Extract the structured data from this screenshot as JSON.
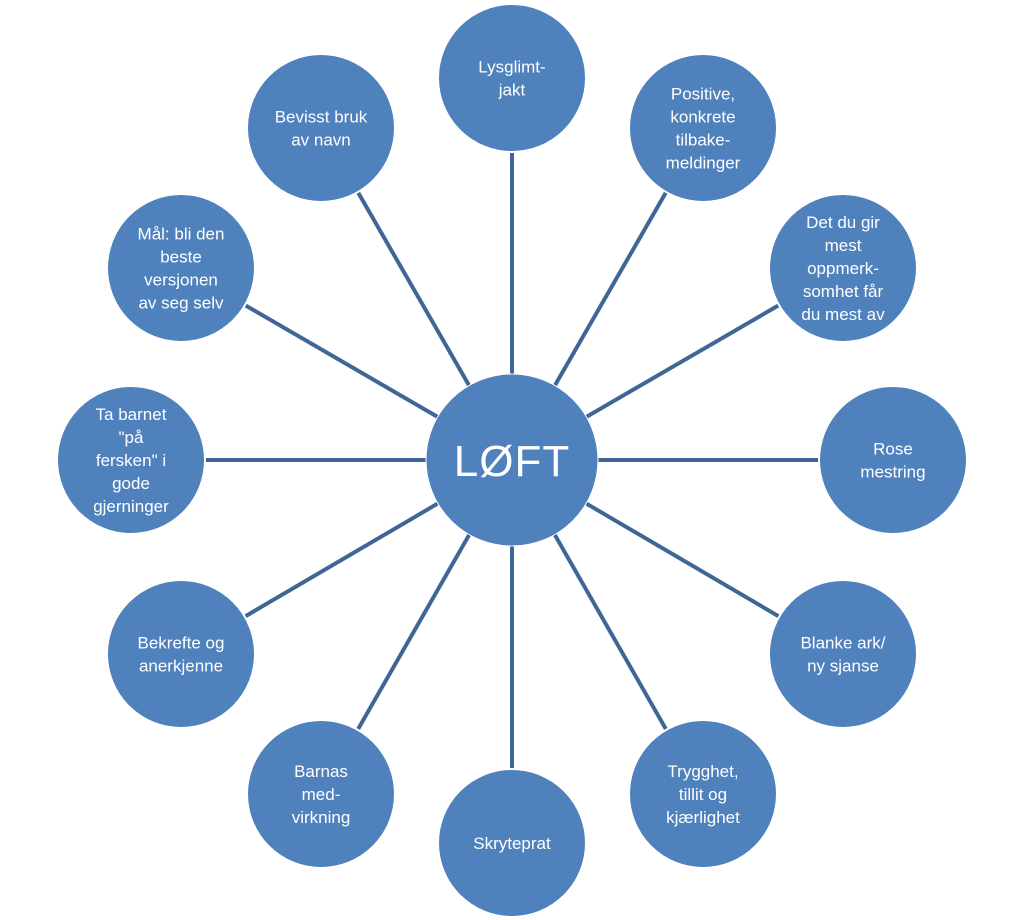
{
  "colors": {
    "node_fill": "#4f81bd",
    "spoke": "#3f6695",
    "node_border": "#ffffff",
    "label_text": "#ffffff"
  },
  "center": {
    "label": "LØFT"
  },
  "nodes": [
    {
      "id": "lysglimtjakt",
      "lines": [
        "Lysglimt-",
        "jakt"
      ]
    },
    {
      "id": "positive-tilbakemeldinger",
      "lines": [
        "Positive,",
        "konkrete",
        "tilbake-",
        "meldinger"
      ]
    },
    {
      "id": "oppmerksomhet",
      "lines": [
        "Det du gir",
        "mest",
        "oppmerk-",
        "somhet får",
        "du mest av"
      ]
    },
    {
      "id": "rose-mestring",
      "lines": [
        "Rose",
        "mestring"
      ]
    },
    {
      "id": "blanke-ark",
      "lines": [
        "Blanke ark/",
        "ny sjanse"
      ]
    },
    {
      "id": "trygghet",
      "lines": [
        "Trygghet,",
        "tillit og",
        "kjærlighet"
      ]
    },
    {
      "id": "skryteprat",
      "lines": [
        "Skryteprat"
      ]
    },
    {
      "id": "barnas-medvirkning",
      "lines": [
        "Barnas",
        "med-",
        "virkning"
      ]
    },
    {
      "id": "bekrefte",
      "lines": [
        "Bekrefte og",
        "anerkjenne"
      ]
    },
    {
      "id": "ta-barnet",
      "lines": [
        "Ta barnet",
        "\"på",
        "fersken\" i",
        "gode",
        "gjerninger"
      ]
    },
    {
      "id": "maal",
      "lines": [
        "Mål: bli den",
        "beste",
        "versjonen",
        "av seg selv"
      ]
    },
    {
      "id": "bevisst-bruk",
      "lines": [
        "Bevisst bruk",
        "av navn"
      ]
    }
  ]
}
